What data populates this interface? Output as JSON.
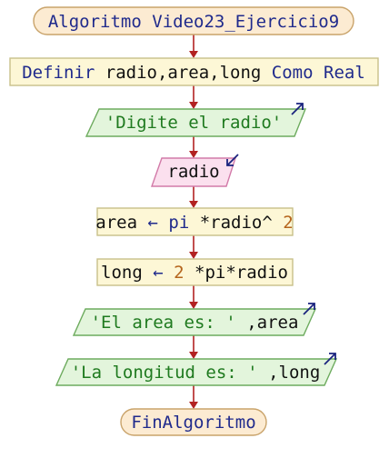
{
  "flowchart": {
    "start": {
      "keyword": "Algoritmo",
      "name": "Video23_Ejercicio9"
    },
    "define": {
      "keyword": "Definir",
      "vars": "radio,area,long",
      "type_kw": "Como",
      "type": "Real"
    },
    "output1": {
      "text": "'Digite el radio'"
    },
    "input1": {
      "text": "radio"
    },
    "assign1": {
      "target": "area",
      "arrow": "←",
      "expr_a": "pi",
      "expr_b": "*radio^",
      "expr_num": "2"
    },
    "assign2": {
      "target": "long",
      "arrow": "←",
      "expr_num": "2",
      "expr_b": "*pi*radio"
    },
    "output2": {
      "str": "'El area es: '",
      "rest": ",area"
    },
    "output3": {
      "str": "'La longitud es: '",
      "rest": ",long"
    },
    "end": {
      "keyword": "FinAlgoritmo"
    }
  },
  "colors": {
    "terminal_fill": "#fcebd2",
    "terminal_stroke": "#c9a36a",
    "process_fill": "#fdf7d6",
    "process_stroke": "#c8c08a",
    "output_fill": "#e3f5dc",
    "output_stroke": "#6dab5e",
    "input_fill": "#fbe0ee",
    "input_stroke": "#d27aa8",
    "connector": "#b22222",
    "io_arrow": "#1a237e"
  }
}
